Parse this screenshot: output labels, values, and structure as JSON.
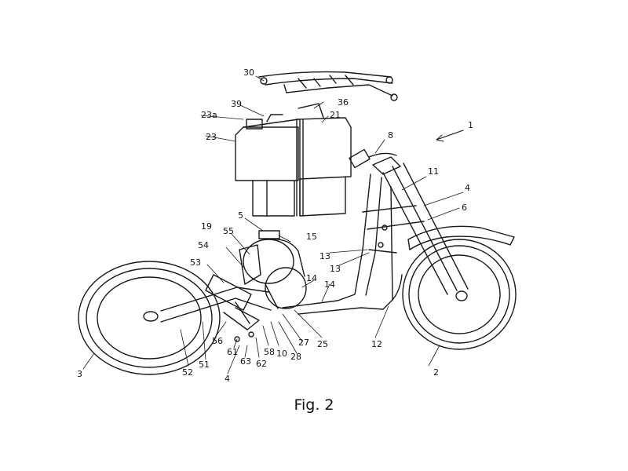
{
  "figure": {
    "caption": "Fig. 2",
    "stroke_color": "#1a1a1a",
    "background_color": "#ffffff"
  },
  "labels": {
    "l1": "1",
    "l2": "2",
    "l3": "3",
    "l4a": "4",
    "l4b": "4",
    "l5": "5",
    "l6": "6",
    "l8": "8",
    "l10": "10",
    "l11": "11",
    "l12": "12",
    "l13a": "13",
    "l13b": "13",
    "l14a": "14",
    "l14b": "14",
    "l15": "15",
    "l19": "19",
    "l21": "21",
    "l23": "23",
    "l23a": "23a",
    "l25": "25",
    "l27": "27",
    "l28": "28",
    "l30": "30",
    "l36": "36",
    "l39": "39",
    "l51": "51",
    "l52": "52",
    "l53": "53",
    "l54": "54",
    "l55": "55",
    "l56": "56",
    "l58": "58",
    "l61": "61",
    "l62": "62",
    "l63": "63"
  }
}
